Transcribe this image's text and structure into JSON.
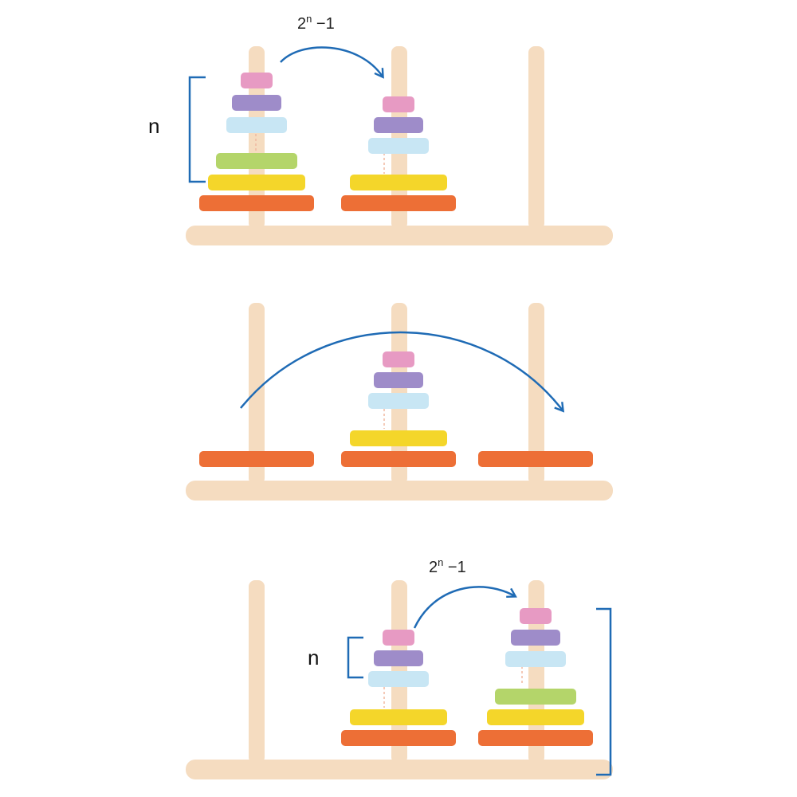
{
  "colors": {
    "wood": "#f5dcc0",
    "arrow": "#1f6bb5",
    "guide": "#f0b8a0",
    "disk_pink": "#e79ac3",
    "disk_purple": "#9e8cc9",
    "disk_lightblue": "#c8e6f4",
    "disk_green": "#b4d56a",
    "disk_yellow": "#f4d62a",
    "disk_orange": "#ed6f36"
  },
  "panels": [
    {
      "formula": {
        "base": "2",
        "exp": "n",
        "tail": " −1"
      },
      "n_label": "n",
      "pegs": [
        [
          "disk_orange",
          "disk_yellow",
          "disk_green",
          "disk_lightblue",
          "disk_purple",
          "disk_pink"
        ],
        [
          "disk_orange",
          "disk_yellow",
          "disk_lightblue",
          "disk_purple",
          "disk_pink"
        ],
        []
      ]
    },
    {
      "pegs": [
        [
          "disk_orange"
        ],
        [
          "disk_orange",
          "disk_yellow",
          "disk_lightblue",
          "disk_purple",
          "disk_pink"
        ],
        [
          "disk_orange"
        ]
      ]
    },
    {
      "formula": {
        "base": "2",
        "exp": "n",
        "tail": " −1"
      },
      "n_label": "n",
      "pegs": [
        [],
        [
          "disk_orange",
          "disk_yellow",
          "disk_lightblue",
          "disk_purple",
          "disk_pink"
        ],
        [
          "disk_orange",
          "disk_yellow",
          "disk_green",
          "disk_lightblue",
          "disk_purple",
          "disk_pink"
        ]
      ]
    }
  ]
}
